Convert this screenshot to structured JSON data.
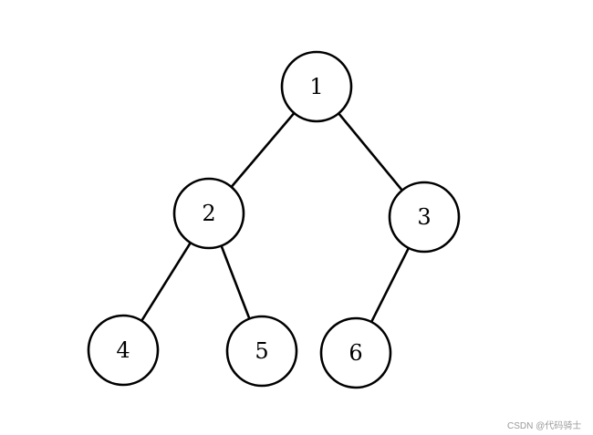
{
  "diagram": {
    "nodes": [
      {
        "id": "n1",
        "label": "1"
      },
      {
        "id": "n2",
        "label": "2"
      },
      {
        "id": "n3",
        "label": "3"
      },
      {
        "id": "n4",
        "label": "4"
      },
      {
        "id": "n5",
        "label": "5"
      },
      {
        "id": "n6",
        "label": "6"
      }
    ],
    "edges": [
      {
        "from": "n1",
        "to": "n2"
      },
      {
        "from": "n1",
        "to": "n3"
      },
      {
        "from": "n2",
        "to": "n4"
      },
      {
        "from": "n2",
        "to": "n5"
      },
      {
        "from": "n3",
        "to": "n6"
      }
    ]
  },
  "watermark": {
    "text": "CSDN @代码骑士"
  }
}
